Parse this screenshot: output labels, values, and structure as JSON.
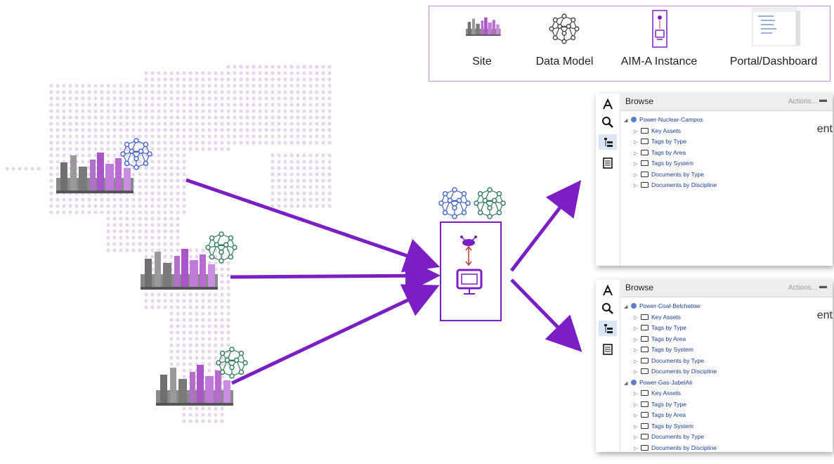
{
  "legend": {
    "items": [
      {
        "label": "Site",
        "icon": "site-icon"
      },
      {
        "label": "Data Model",
        "icon": "data-model-icon"
      },
      {
        "label": "AIM-A Instance",
        "icon": "aim-instance-icon"
      },
      {
        "label": "Portal/Dashboard",
        "icon": "portal-icon"
      }
    ]
  },
  "colors": {
    "purple": "#7b1fc4",
    "map_dot": "#e8d6ec",
    "model_blue": "#3f62c8",
    "model_green": "#2f7a5a",
    "legend_border": "#c98ee0"
  },
  "portal_top": {
    "header": "Browse",
    "actions": "Actions...",
    "side_text": "ent",
    "tree": [
      {
        "label": "Power-Nuclear-Campos",
        "level": 0,
        "kind": "site"
      },
      {
        "label": "Key Assets",
        "level": 1,
        "kind": "folder"
      },
      {
        "label": "Tags by Type",
        "level": 1,
        "kind": "folder"
      },
      {
        "label": "Tags by Area",
        "level": 1,
        "kind": "folder"
      },
      {
        "label": "Tags by System",
        "level": 1,
        "kind": "folder"
      },
      {
        "label": "Documents by Type",
        "level": 1,
        "kind": "folder"
      },
      {
        "label": "Documents by Discipline",
        "level": 1,
        "kind": "folder"
      }
    ]
  },
  "portal_bottom": {
    "header": "Browse",
    "actions": "Actions...",
    "side_text": "ent",
    "tree": [
      {
        "label": "Power-Coal-Belchatow",
        "level": 0,
        "kind": "site"
      },
      {
        "label": "Key Assets",
        "level": 1,
        "kind": "folder"
      },
      {
        "label": "Tags by Type",
        "level": 1,
        "kind": "folder"
      },
      {
        "label": "Tags by Area",
        "level": 1,
        "kind": "folder"
      },
      {
        "label": "Tags by System",
        "level": 1,
        "kind": "folder"
      },
      {
        "label": "Documents by Type",
        "level": 1,
        "kind": "folder"
      },
      {
        "label": "Documents by Discipline",
        "level": 1,
        "kind": "folder"
      },
      {
        "label": "Power-Gas-JabelAli",
        "level": 0,
        "kind": "site"
      },
      {
        "label": "Key Assets",
        "level": 1,
        "kind": "folder"
      },
      {
        "label": "Tags by Type",
        "level": 1,
        "kind": "folder"
      },
      {
        "label": "Tags by Area",
        "level": 1,
        "kind": "folder"
      },
      {
        "label": "Tags by System",
        "level": 1,
        "kind": "folder"
      },
      {
        "label": "Documents by Type",
        "level": 1,
        "kind": "folder"
      },
      {
        "label": "Documents by Discipline",
        "level": 1,
        "kind": "folder"
      }
    ]
  }
}
